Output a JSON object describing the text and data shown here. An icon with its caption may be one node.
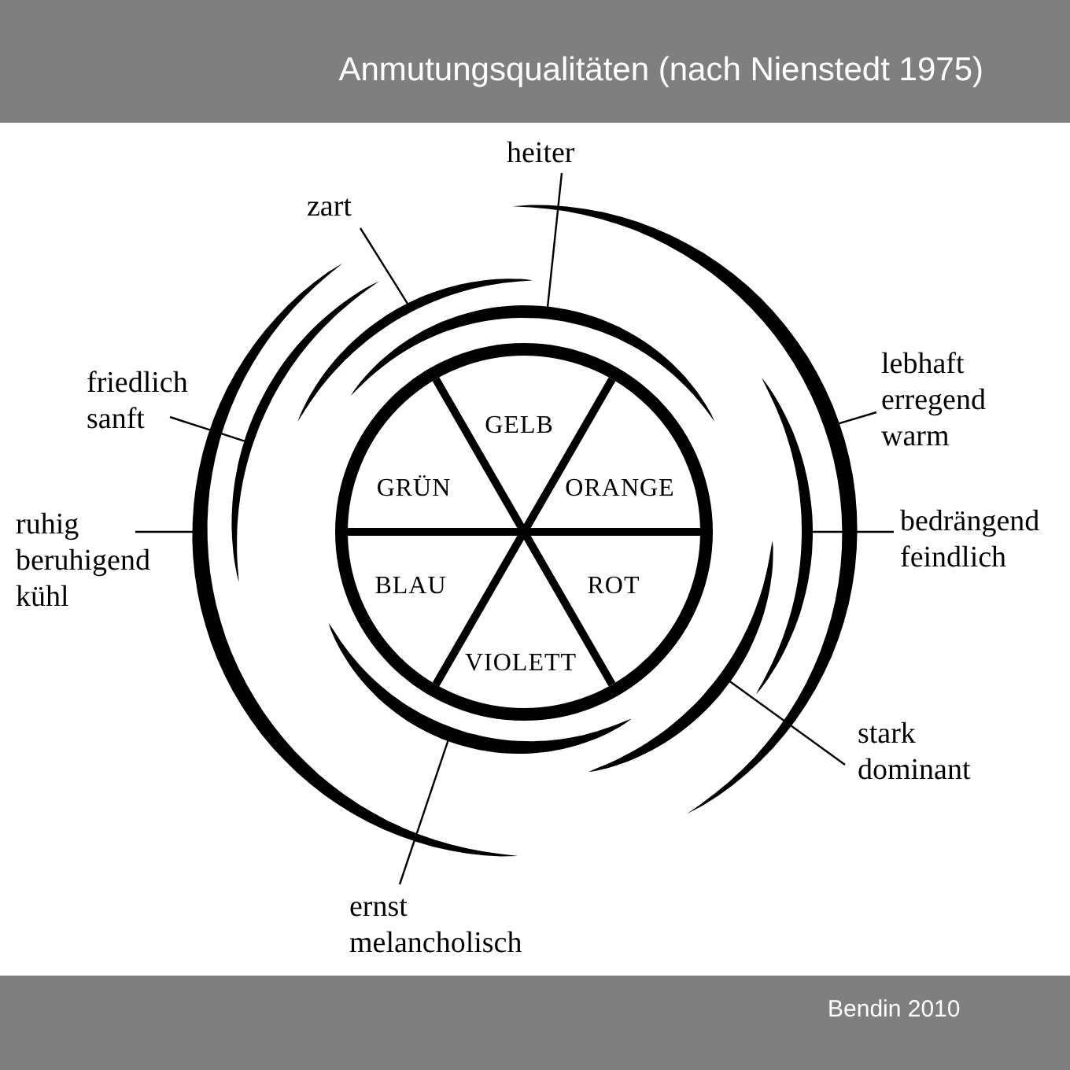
{
  "diagram": {
    "title": "Anmutungsqualitäten (nach Nienstedt 1975)",
    "caption": "Bendin 2010",
    "nodes": [
      {
        "text": [],
        "shape": "circle"
      },
      {
        "text": [
          "GELB"
        ],
        "in": 0
      },
      {
        "text": [
          "GRÜN"
        ],
        "in": 0
      },
      {
        "text": [
          "ORANGE"
        ],
        "in": 0
      },
      {
        "text": [
          "BLAU"
        ],
        "in": 0
      },
      {
        "text": [
          "ROT"
        ],
        "in": 0
      },
      {
        "text": [
          "VIOLETT"
        ],
        "in": 0
      },
      {
        "text": [
          "heiter"
        ]
      },
      {
        "text": [
          "zart"
        ]
      },
      {
        "text": [
          "friedlich sanft"
        ]
      },
      {
        "text": [
          "lebhaft erregend warm"
        ]
      },
      {
        "text": [
          "ruhig beruhigend kühl"
        ]
      },
      {
        "text": [
          "bedrängend feindlich"
        ]
      },
      {
        "text": [
          "stark dominant"
        ]
      },
      {
        "text": [
          "ernst melancholisch"
        ]
      },
      {
        "text": [],
        "shape": "arc"
      },
      {
        "text": [],
        "shape": "arc"
      },
      {
        "text": [],
        "shape": "arc"
      },
      {
        "text": [],
        "shape": "arc"
      },
      {
        "text": [],
        "shape": "arc"
      },
      {
        "text": [],
        "shape": "arc"
      },
      {
        "text": [],
        "shape": "arc"
      },
      {
        "text": [],
        "shape": "arc"
      }
    ],
    "edges": [
      {
        "from": 7,
        "to": 15,
        "arrow": "none"
      },
      {
        "from": 8,
        "to": 16,
        "arrow": "none"
      },
      {
        "from": 9,
        "to": 17,
        "arrow": "none"
      },
      {
        "from": 10,
        "to": 18,
        "arrow": "none"
      },
      {
        "from": 11,
        "to": 19,
        "arrow": "none"
      },
      {
        "from": 12,
        "to": 20,
        "arrow": "none"
      },
      {
        "from": 13,
        "to": 21,
        "arrow": "none"
      },
      {
        "from": 14,
        "to": 22,
        "arrow": "none"
      }
    ]
  }
}
